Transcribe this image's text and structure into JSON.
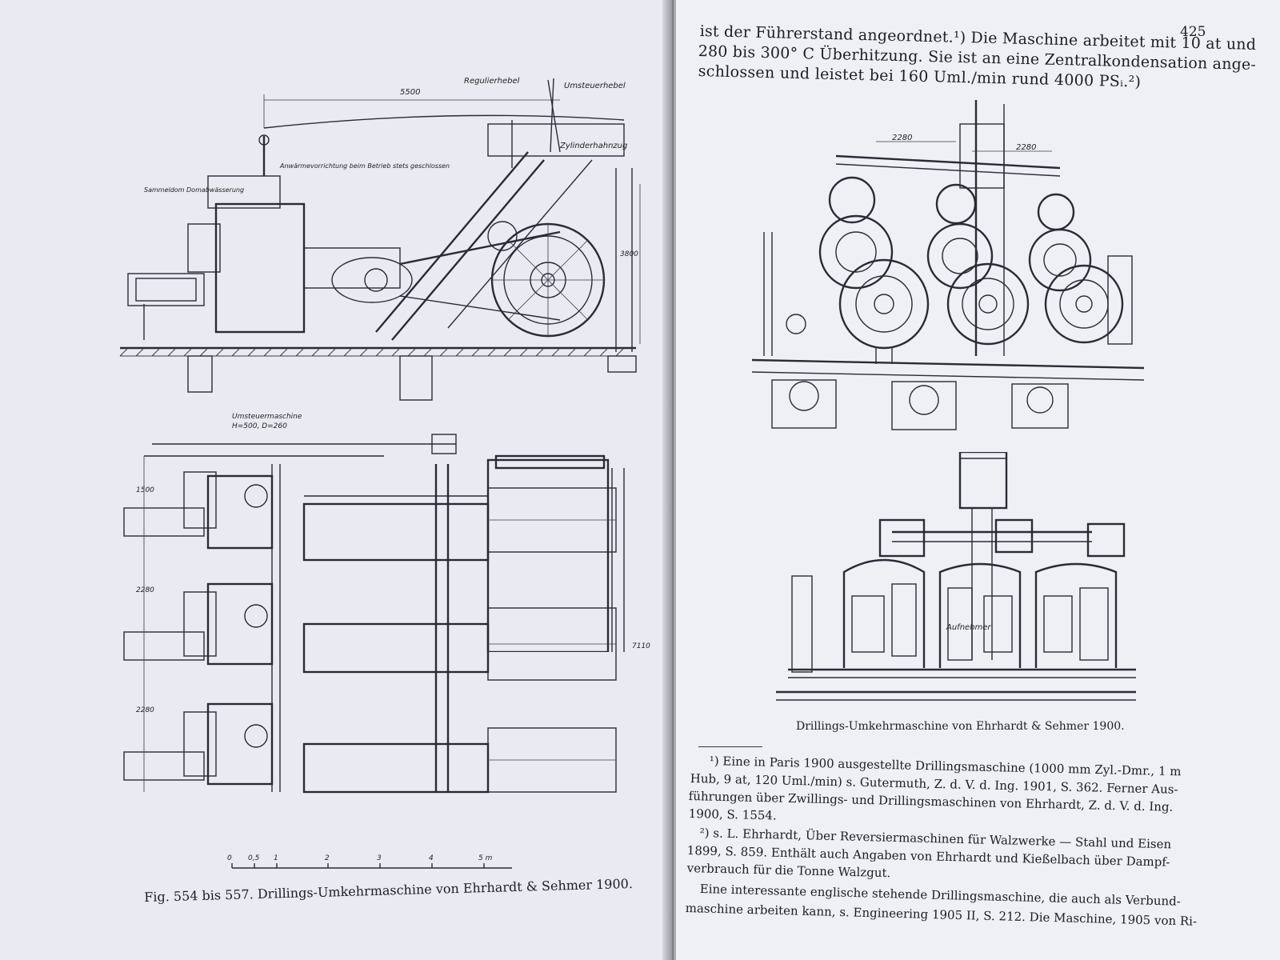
{
  "left_page": {
    "figure1_labels": {
      "dim_5500": "5500",
      "regulierhebel": "Regulierhebel",
      "umsteuerhebel": "Umsteuerhebel",
      "zylinderhahnzug": "Zylinderhahnzug",
      "anwarmevorrichtung": "Anwärmevorrichtung beim Betrieb stets geschlossen",
      "sammeldom": "Sammeldom Domabwässerung",
      "dim_3800": "3800"
    },
    "figure2_labels": {
      "umsteuermaschine": "Umsteuermaschine",
      "umsteuer_dims": "H=500, D=260",
      "dim_2280a": "2280",
      "dim_2280b": "2280",
      "dim_1500": "1500",
      "dim_7110": "7110"
    },
    "scale": {
      "ticks": [
        "0",
        "0,5",
        "1",
        "2",
        "3",
        "4",
        "5 m"
      ]
    },
    "caption": "Fig. 554 bis 557. Drillings-Umkehrmaschine von Ehrhardt & Sehmer 1900."
  },
  "right_page": {
    "page_number": "425",
    "para1_line1": "ist der Führerstand angeordnet.¹) Die Maschine arbeitet mit 10 at und",
    "para1_line2": "280 bis 300° C Überhitzung. Sie ist an eine Zentralkondensation ange-",
    "para1_line3": "schlossen und leistet bei 160 Uml./min rund 4000 PSᵢ.²)",
    "figure3_dims": {
      "left": "2280",
      "right": "2280"
    },
    "figure4_label": "Aufnehmer",
    "caption": "Drillings-Umkehrmaschine von Ehrhardt & Sehmer 1900.",
    "fn1_line1": "¹) Eine in Paris 1900 ausgestellte Drillingsmaschine (1000 mm Zyl.-Dmr., 1 m",
    "fn1_line2": "Hub, 9 at, 120 Uml./min) s. Gutermuth, Z. d. V. d. Ing. 1901, S. 362. Ferner Aus-",
    "fn1_line3": "führungen über Zwillings- und Drillingsmaschinen von Ehrhardt, Z. d. V. d. Ing.",
    "fn1_line4": "1900, S. 1554.",
    "fn2_line1": "²) s. L. Ehrhardt, Über Reversiermaschinen für Walzwerke — Stahl und Eisen",
    "fn2_line2": "1899, S. 859. Enthält auch Angaben von Ehrhardt und Kießelbach über Dampf-",
    "fn2_line3": "verbrauch für die Tonne Walzgut.",
    "para2_line1": "Eine interessante englische stehende Drillingsmaschine, die auch als Verbund-",
    "para2_line2": "maschine arbeiten kann, s. Engineering 1905 II, S. 212. Die Maschine, 1905 von Ri-"
  }
}
